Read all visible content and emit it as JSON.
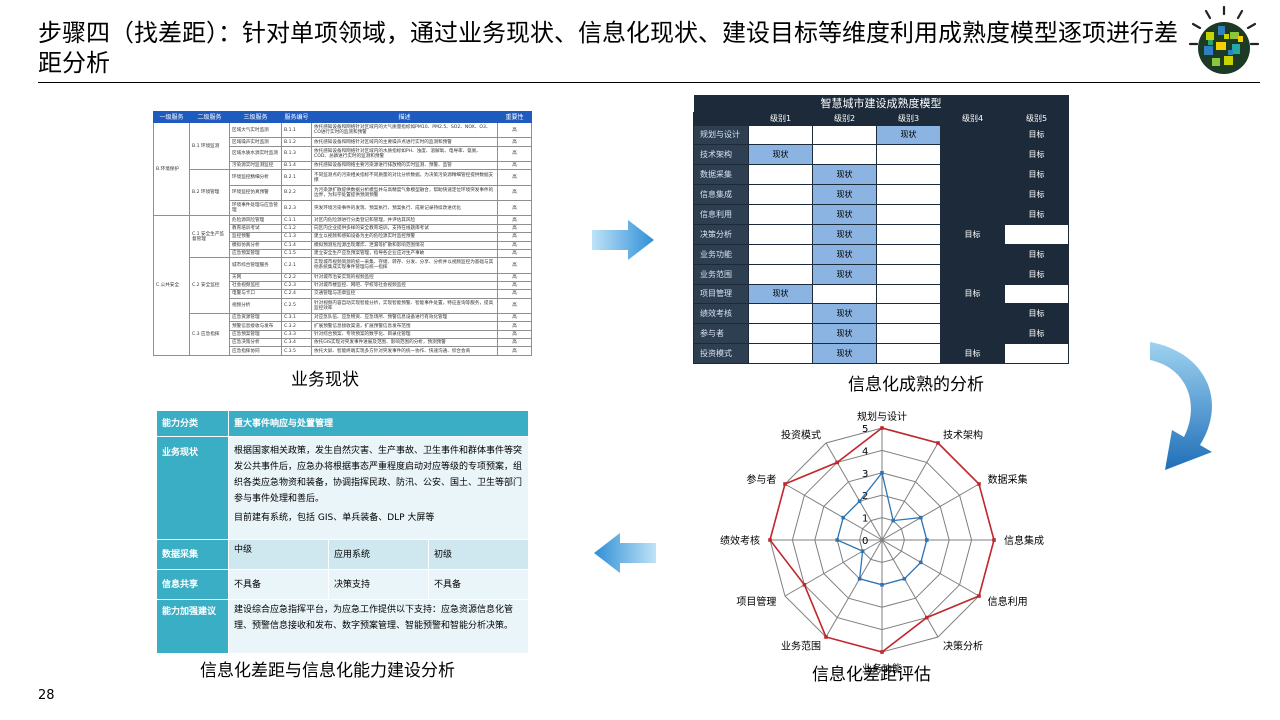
{
  "title": "步骤四（找差距）：针对单项领域，通过业务现状、信息化现状、建设目标等维度利用成熟度模型逐项进行差距分析",
  "page_number": "28",
  "captions": {
    "business": "业务现状",
    "maturity": "信息化成熟的分析",
    "gap": "信息化差距与信息化能力建设分析",
    "radar": "信息化差距评估"
  },
  "business_table": {
    "headers": [
      "一级服务",
      "二级服务",
      "三级服务",
      "服务编号",
      "描述",
      "重要性"
    ],
    "rows": [
      {
        "l1": "B.环境保护",
        "l2": "B.1 环境监测",
        "l3": "区域大气实时监测",
        "code": "B.1.1",
        "desc": "依托感知设备和网络针对区域内的大气质量指标如PM10、PM2.5、SO2、NOX、O3、CO进行实时的监测和预警",
        "imp": "高"
      },
      {
        "l1": "",
        "l2": "",
        "l3": "区域噪声实时监测",
        "code": "B.1.2",
        "desc": "依托感知设备和网络针对区域内的主要噪声点进行实时的监测和预警",
        "imp": "高"
      },
      {
        "l1": "",
        "l2": "",
        "l3": "区域水质水源实时监测",
        "code": "B.1.3",
        "desc": "依托感知设备和网络针对区域内的水质指标如PH、浊度、溶解氧、电导率、氨氮、COD、总磷进行实时的监测和预警",
        "imp": "高"
      },
      {
        "l1": "",
        "l2": "",
        "l3": "污染源实时监测监控",
        "code": "B.1.4",
        "desc": "依托感知设备和网络主要污染源进行排放物的实时监测、预警、监管",
        "imp": "高"
      },
      {
        "l1": "",
        "l2": "B.2 环境管理",
        "l3": "环境监控精细分析",
        "code": "B.2.1",
        "desc": "不同监测点的污染相关指标不同质量的对比分析数据，为决策污染源精细管控提供数据支撑",
        "imp": "高"
      },
      {
        "l1": "",
        "l2": "",
        "l3": "环境监控仿真预警",
        "code": "B.2.2",
        "desc": "为污染源扩散提供数据分析模型并与高精度气象模型融合，帮助快速定位环境突发事件的边界，为科学处置提供预测预警",
        "imp": "高"
      },
      {
        "l1": "",
        "l2": "",
        "l3": "环境事件处理与应急管理",
        "code": "B.2.3",
        "desc": "突发环境污染事件的发现、预案执行、预案执行、成果记录持续改进优化",
        "imp": "高"
      },
      {
        "l1": "C.公共安全",
        "l2": "C.1 安全生产监督管理",
        "l3": "危险源风险管理",
        "code": "C.1.1",
        "desc": "对区内危险源进行分类登记和管理，并评估其风险",
        "imp": "高"
      },
      {
        "l1": "",
        "l2": "",
        "l3": "教育培训考试",
        "code": "C.1.2",
        "desc": "向区内企业提供多样的安全教育培训，支持在线题库考试",
        "imp": "高"
      },
      {
        "l1": "",
        "l2": "",
        "l3": "监控预警",
        "code": "C.1.3",
        "desc": "建立以视频和感知设备为主的危险源实时监控预警",
        "imp": "高"
      },
      {
        "l1": "",
        "l2": "",
        "l3": "模拟仿真分析",
        "code": "C.1.4",
        "desc": "模拟预测危险源出现爆炸、泄漏等扩散和影响范围情况",
        "imp": "高"
      },
      {
        "l1": "",
        "l2": "",
        "l3": "应急预案管理",
        "code": "C.1.5",
        "desc": "建立安全生产应急预案管理，指导各企业应对生产事故",
        "imp": "高"
      },
      {
        "l1": "",
        "l2": "C.2 安全监控",
        "l3": "城市综合管理服务",
        "code": "C.2.1",
        "desc": "实现城市视频资源的统一采集、存储、转存、分发、分享、分析并以视频监控为基础与其他系统集成实现事件管理与统一指挥",
        "imp": "高"
      },
      {
        "l1": "",
        "l2": "",
        "l3": "天网",
        "code": "C.2.2",
        "desc": "针对城市治安实现的视频监控",
        "imp": "高"
      },
      {
        "l1": "",
        "l2": "",
        "l3": "社会视频监控",
        "code": "C.2.3",
        "desc": "针对城市楼监控、网吧、学校等社会视频监控",
        "imp": "高"
      },
      {
        "l1": "",
        "l2": "",
        "l3": "电警与卡口",
        "code": "C.2.4",
        "desc": "交通管理与违章监控",
        "imp": "高"
      },
      {
        "l1": "",
        "l2": "",
        "l3": "视频分析",
        "code": "C.2.5",
        "desc": "针对视频内容自动实现智能分析，实现智能预警、智能事件处置，特征查询等服务，提高监控效率",
        "imp": "高"
      },
      {
        "l1": "",
        "l2": "C.3 应急指挥",
        "l3": "应急资源管理",
        "code": "C.3.1",
        "desc": "对应急队伍、应急物资、应急场所、预警信息设备进行有效化管理",
        "imp": "高"
      },
      {
        "l1": "",
        "l2": "",
        "l3": "预警信息接收与发布",
        "code": "C.3.2",
        "desc": "扩展预警信息接收渠道，扩展预警信息发布范围",
        "imp": "高"
      },
      {
        "l1": "",
        "l2": "",
        "l3": "应急预案管理",
        "code": "C.3.3",
        "desc": "针对综合预案、专项预案的数字化、目录化管理",
        "imp": "高"
      },
      {
        "l1": "",
        "l2": "",
        "l3": "应急决策分析",
        "code": "C.3.4",
        "desc": "依托GIS实现对突发事件进展及范围、影响范围的分析，预测预警",
        "imp": "高"
      },
      {
        "l1": "",
        "l2": "",
        "l3": "应急指挥协同",
        "code": "C.3.5",
        "desc": "依托大屏、智能终端实现多方针对突发事件的统一协作、快速沟通、综合会商",
        "imp": "高"
      }
    ]
  },
  "maturity_table": {
    "title": "智慧城市建设成熟度模型",
    "levels": [
      "级别1",
      "级别2",
      "级别3",
      "级别4",
      "级别5"
    ],
    "rows": [
      {
        "name": "规划与设计",
        "cells": [
          "",
          "",
          "现状",
          "",
          "目标"
        ]
      },
      {
        "name": "技术架构",
        "cells": [
          "现状",
          "",
          "",
          "",
          "目标"
        ]
      },
      {
        "name": "数据采集",
        "cells": [
          "",
          "现状",
          "",
          "",
          "目标"
        ]
      },
      {
        "name": "信息集成",
        "cells": [
          "",
          "现状",
          "",
          "",
          "目标"
        ]
      },
      {
        "name": "信息利用",
        "cells": [
          "",
          "现状",
          "",
          "",
          "目标"
        ]
      },
      {
        "name": "决策分析",
        "cells": [
          "",
          "现状",
          "",
          "目标",
          ""
        ]
      },
      {
        "name": "业务功能",
        "cells": [
          "",
          "现状",
          "",
          "",
          "目标"
        ]
      },
      {
        "name": "业务范围",
        "cells": [
          "",
          "现状",
          "",
          "",
          "目标"
        ]
      },
      {
        "name": "项目管理",
        "cells": [
          "现状",
          "",
          "",
          "目标",
          ""
        ]
      },
      {
        "name": "绩效考核",
        "cells": [
          "",
          "现状",
          "",
          "",
          "目标"
        ]
      },
      {
        "name": "参与者",
        "cells": [
          "",
          "现状",
          "",
          "",
          "目标"
        ]
      },
      {
        "name": "投资模式",
        "cells": [
          "",
          "现状",
          "",
          "目标",
          ""
        ]
      }
    ],
    "status_word": "现状",
    "target_word": "目标"
  },
  "gap_table": {
    "rows": [
      {
        "label": "能力分类",
        "type": "top",
        "value": "重大事件响应与处置管理"
      },
      {
        "label": "业务现状",
        "type": "v1",
        "value": "根据国家相关政策，发生自然灾害、生产事故、卫生事件和群体事件等突发公共事件后，应急办将根据事态严重程度启动对应等级的专项预案，组织各类应急物资和装备，协调指挥民政、防汛、公安、国土、卫生等部门参与事件处理和善后。",
        "extra": "目前建有系统，包括 GIS、单兵装备、DLP 大屏等"
      },
      {
        "label": "数据采集",
        "type": "v2",
        "cells": [
          "中级",
          "应用系统",
          "初级"
        ]
      },
      {
        "label": "信息共享",
        "type": "v1",
        "cells": [
          "不具备",
          "决策支持",
          "不具备"
        ]
      },
      {
        "label": "能力加强建议",
        "type": "v1",
        "value": "建设综合应急指挥平台，为应急工作提供以下支持：应急资源信息化管理、预警信息接收和发布、数字预案管理、智能预警和智能分析决策。"
      }
    ]
  },
  "colors": {
    "biz_header": "#1f5bbf",
    "matrix_dark": "#1d2a39",
    "matrix_blue": "#8cb4e2",
    "gap_teal": "#3aaec5",
    "radar_target": "#c0272d",
    "radar_current": "#2e75b6",
    "arrow_blue": "#2f8fd6"
  },
  "chart_data": {
    "type": "radar",
    "categories": [
      "规划与设计",
      "技术架构",
      "数据采集",
      "信息集成",
      "信息利用",
      "决策分析",
      "业务功能",
      "业务范围",
      "项目管理",
      "绩效考核",
      "参与者",
      "投资模式"
    ],
    "series": [
      {
        "values": [
          5,
          5,
          5,
          5,
          5,
          4,
          5,
          5,
          4,
          5,
          5,
          4
        ]
      },
      {
        "values": [
          3,
          1,
          2,
          2,
          2,
          2,
          2,
          2,
          1,
          2,
          2,
          2
        ]
      }
    ],
    "ylim": [
      0,
      5
    ],
    "ticks": [
      "0",
      "1",
      "2",
      "3",
      "4",
      "5"
    ],
    "grid": true,
    "legend": "none"
  }
}
